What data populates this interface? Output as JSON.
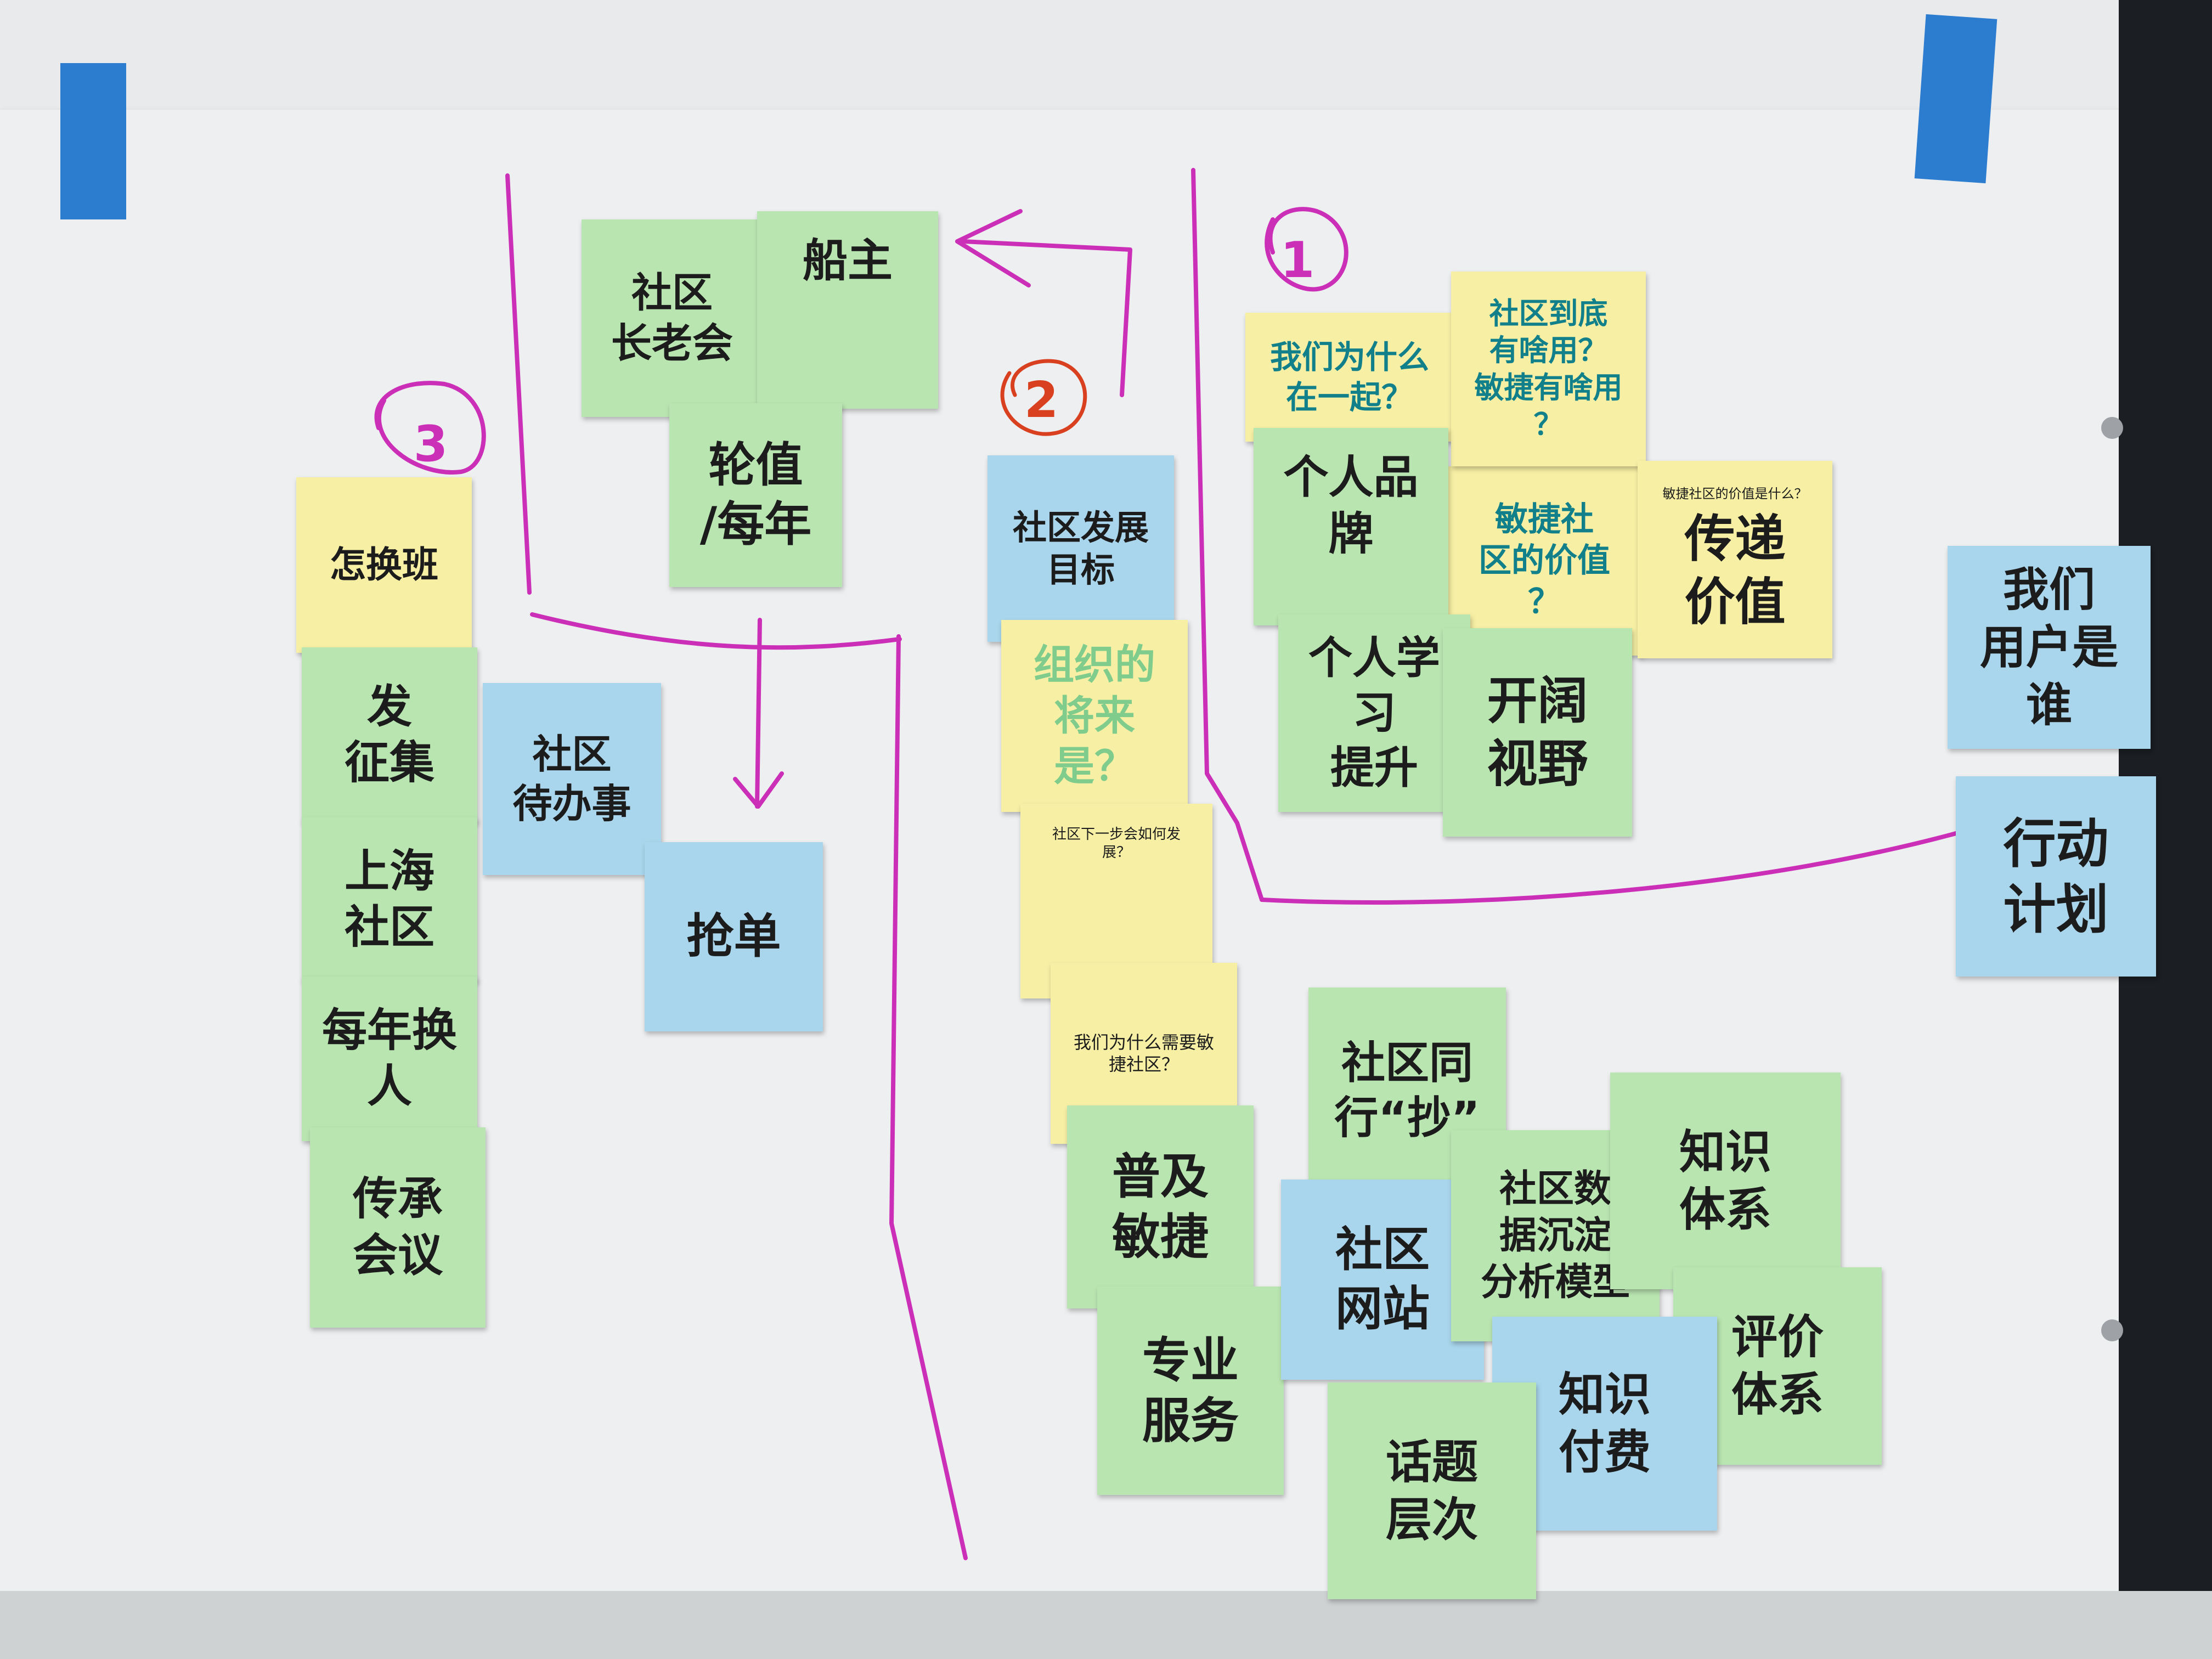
{
  "notes": {
    "changlaohui": "社区\n长老会",
    "chuanzhu": "船主",
    "lunzhi": "轮值\n/每年",
    "zenhuanban": "怎换班",
    "fa_zheng_ji": "发\n征集",
    "shanghai": "上海\n社区",
    "meinian": "每年换\n人",
    "chuancheng": "传承\n会议",
    "daibanshi": "社区\n待办事",
    "qiangdan": "抢单",
    "fazhan": "社区发展\n目标",
    "jianglai": "组织的\n将来是？",
    "xiayibu": "社区下一步会如何发展？",
    "weishenme": "我们为什么需要敏捷社区？",
    "puji": "普及\n敏捷",
    "zhuanye": "专业\n服务",
    "zaiyiqi": "我们为什么\n在一起？",
    "daodi": "社区到底\n有啥用？\n敏捷有啥用\n？",
    "pinpai": "个人品牌",
    "jiazhi_q": "敏捷社\n区的价值\n？",
    "small_q": "敏捷社区的价值是什么？",
    "chuandi": "传递\n价值",
    "xuexi": "个人学习\n提升",
    "kaikuo": "开阔\n视野",
    "yonghu": "我们\n用户是谁",
    "xingdong": "行动\n计划",
    "tonghang": "社区同\n行“抄”",
    "wangzhan": "社区\n网站",
    "shuju": "社区数\n据沉淀\n分析模型",
    "zhishi1": "知识\n体系",
    "huati": "话题\n层次",
    "zhishi2": "知识\n付费",
    "pingjia": "评价\n体系"
  },
  "markers": {
    "circle1": "1",
    "circle2": "2",
    "circle3": "3"
  },
  "colors": {
    "ink_magenta": "#cc2fb7",
    "ink_red": "#d8401f",
    "note_green": "#b9e5b1",
    "note_yellow": "#f6efa4",
    "note_blue": "#a9d6ec",
    "tape_blue": "#2c7cd0"
  }
}
